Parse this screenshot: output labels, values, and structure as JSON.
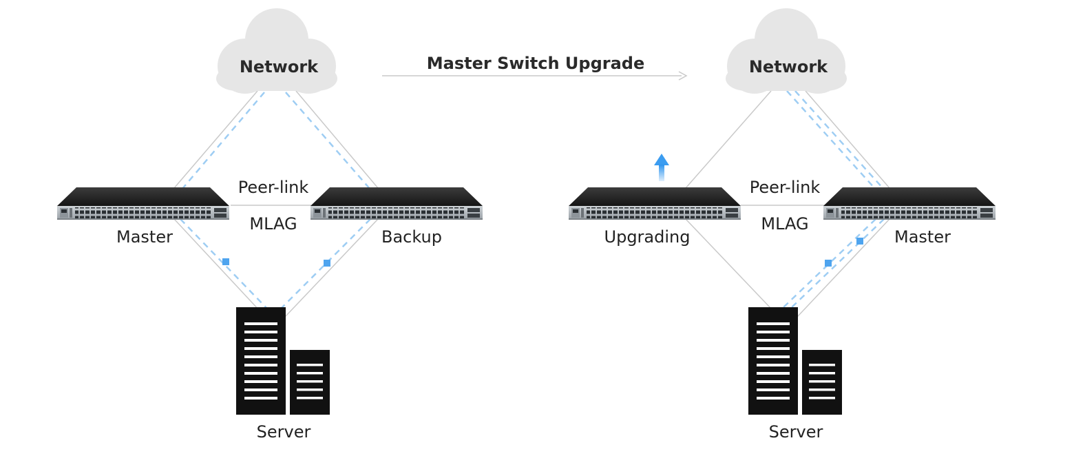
{
  "title": "Master Switch Upgrade",
  "colors": {
    "link": "#c9c9c9",
    "traffic": "#9ecdf3",
    "packet": "#4ea4ef",
    "cloud": "#e6e6e6",
    "server": "#111111",
    "upgrade_arrow": "#3b9cf0"
  },
  "before": {
    "network_label": "Network",
    "peer_link_label": "Peer-link",
    "mlag_label": "MLAG",
    "left_switch_label": "Master",
    "right_switch_label": "Backup",
    "server_label": "Server"
  },
  "after": {
    "network_label": "Network",
    "peer_link_label": "Peer-link",
    "mlag_label": "MLAG",
    "left_switch_label": "Upgrading",
    "right_switch_label": "Master",
    "server_label": "Server",
    "status_icon": "upload-arrow-icon"
  }
}
